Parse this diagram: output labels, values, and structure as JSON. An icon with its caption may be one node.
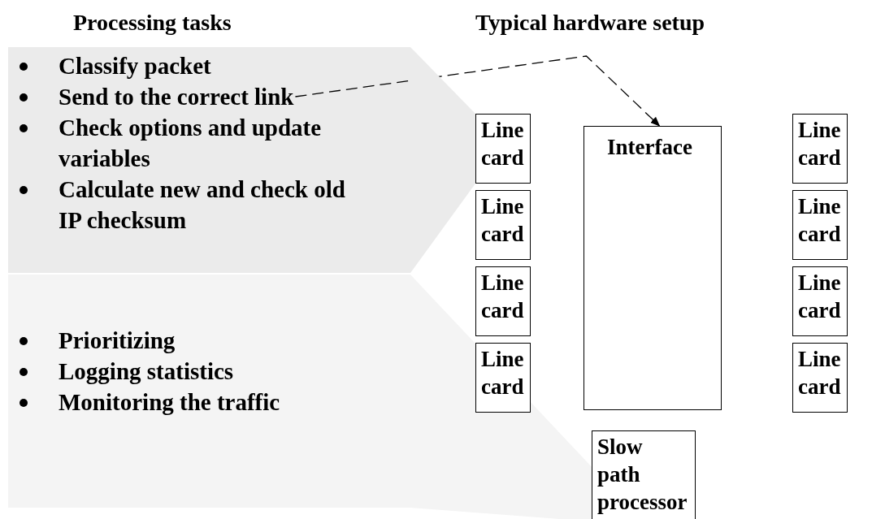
{
  "diagram": {
    "nodes": [
      {
        "text": [],
        "shape": "box"
      },
      {
        "text": [
          "Classify packet"
        ],
        "in": 0
      },
      {
        "text": [
          "Send to the correct link"
        ],
        "in": 0
      },
      {
        "text": [
          "Check options and update variables"
        ],
        "in": 0
      },
      {
        "text": [
          "Calculate new and check old IP checksum"
        ],
        "in": 0
      },
      {
        "text": [],
        "shape": "box"
      },
      {
        "text": [
          "Prioritizing"
        ],
        "in": 5
      },
      {
        "text": [
          "Logging statistics"
        ],
        "in": 5
      },
      {
        "text": [
          "Monitoring the traffic"
        ],
        "in": 5
      },
      {
        "text": [
          "Line card"
        ]
      },
      {
        "text": [
          "Line card"
        ]
      },
      {
        "text": [
          "Line card"
        ]
      },
      {
        "text": [
          "Line card"
        ]
      },
      {
        "text": [
          "Interface"
        ]
      },
      {
        "text": [
          "Line card"
        ]
      },
      {
        "text": [
          "Line card"
        ]
      },
      {
        "text": [
          "Line card"
        ]
      },
      {
        "text": [
          "Line card"
        ]
      },
      {
        "text": [
          "Slow path processor"
        ]
      }
    ],
    "edges": [
      {
        "from": 2,
        "to": 13,
        "arrow": "to",
        "style": "dashed"
      },
      {
        "from": 0,
        "to": 9,
        "arrow": "none"
      },
      {
        "from": 5,
        "to": 18,
        "arrow": "none"
      }
    ],
    "labels": [
      "Processing tasks",
      "Typical hardware setup"
    ]
  }
}
